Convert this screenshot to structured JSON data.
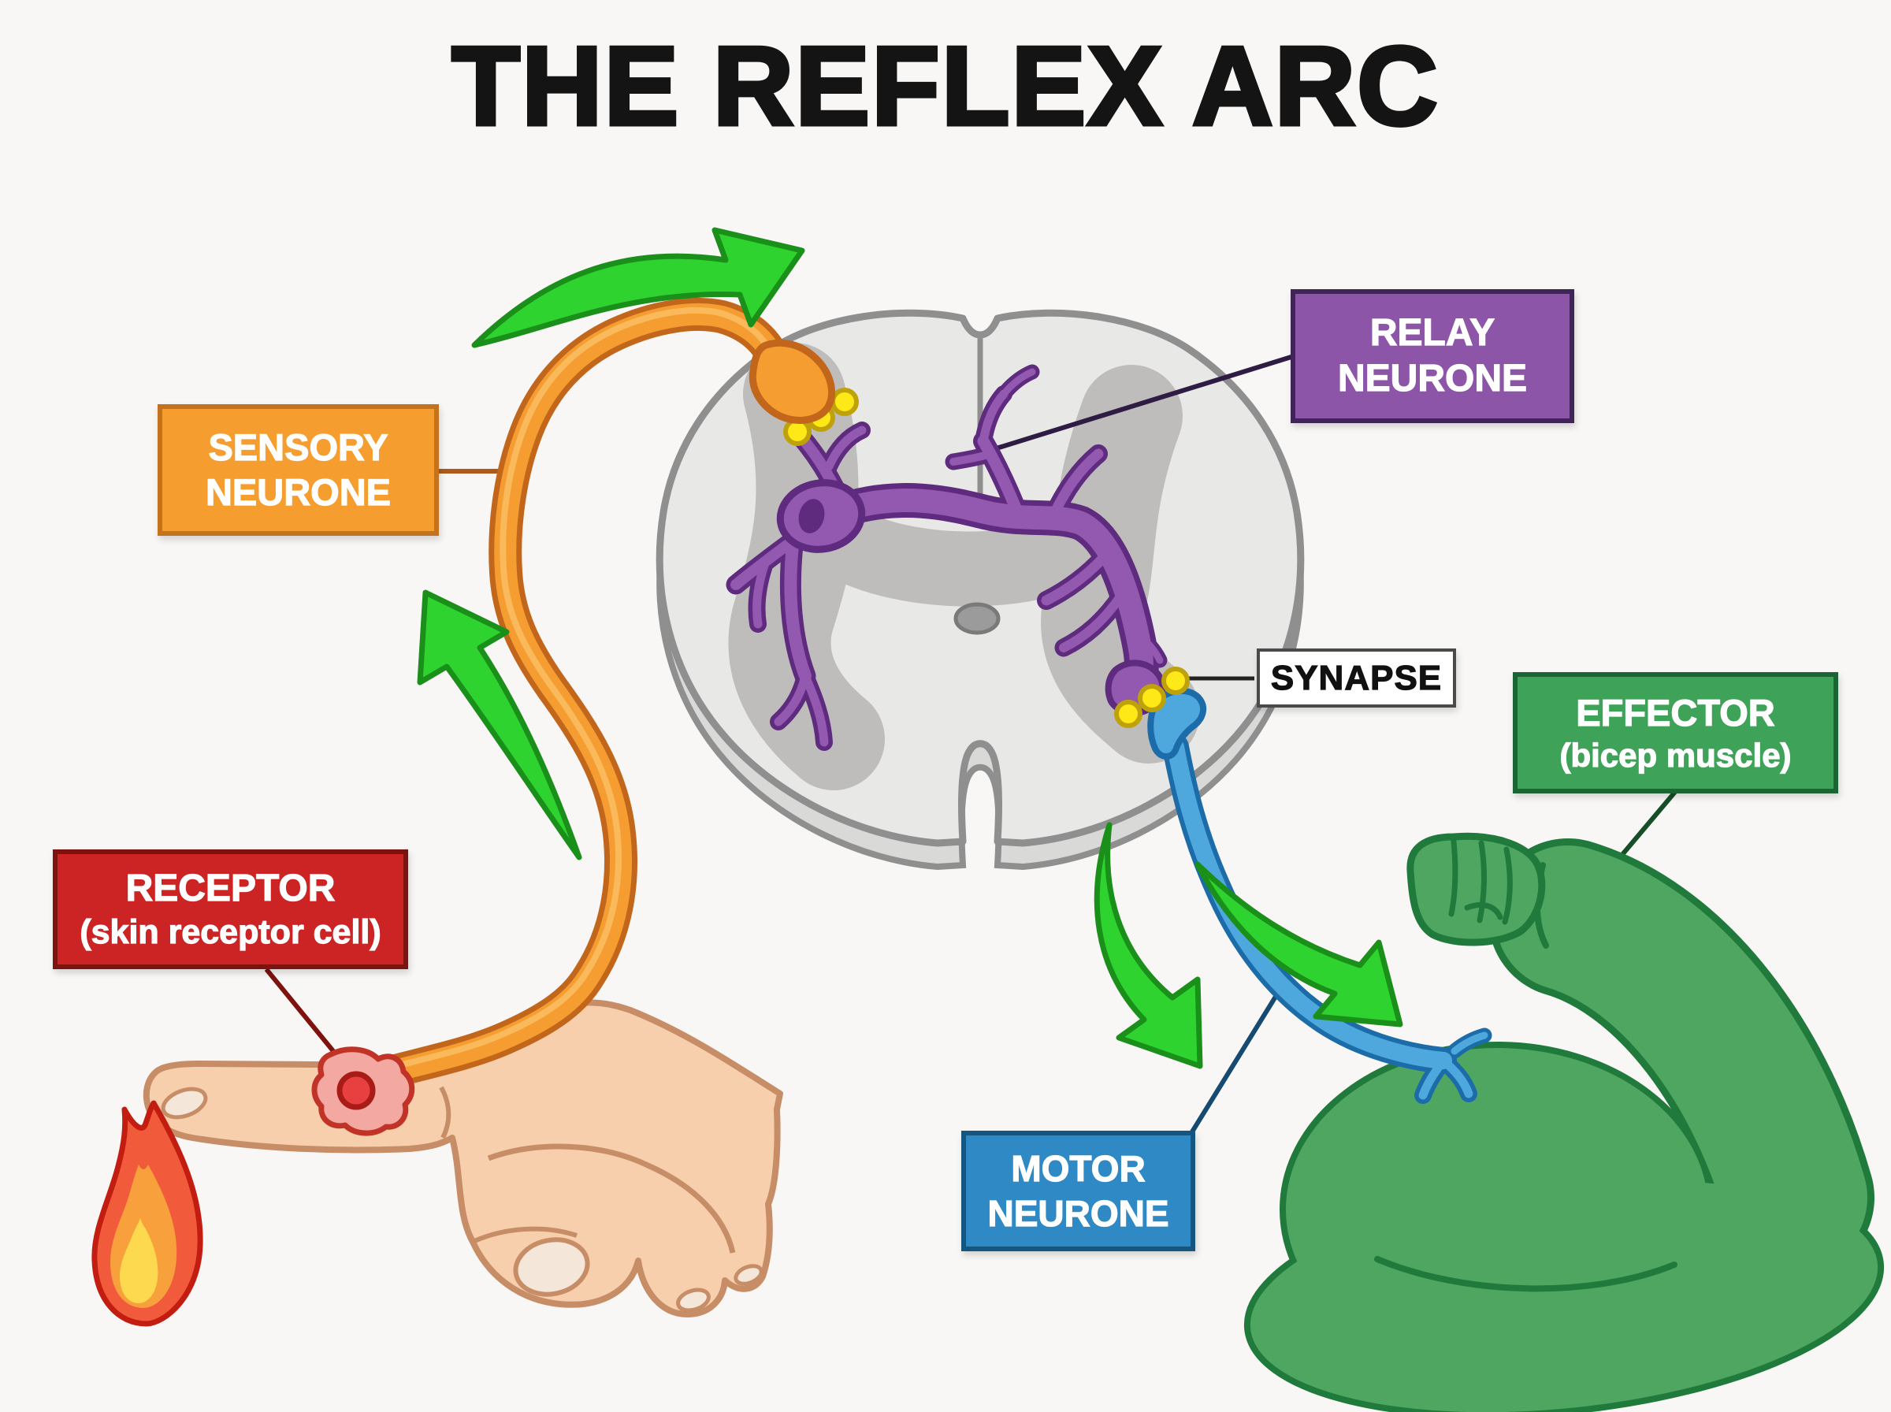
{
  "title": "THE REFLEX ARC",
  "background": "#F8F7F5",
  "labels": {
    "sensory": {
      "lines": [
        "SENSORY",
        "NEURONE"
      ],
      "bg": "#F59E2F",
      "border": "#C4731C",
      "text_color": "#FFFFFF"
    },
    "relay": {
      "lines": [
        "RELAY",
        "NEURONE"
      ],
      "bg": "#8C55A8",
      "border": "#3F2458",
      "text_color": "#FFFFFF"
    },
    "synapse": {
      "lines": [
        "SYNAPSE"
      ],
      "bg": "#FFFFFF",
      "border": "#4A4A4A",
      "text_color": "#111111"
    },
    "effector": {
      "lines": [
        "EFFECTOR",
        "(bicep muscle)"
      ],
      "bg": "#3EA258",
      "border": "#1C6434",
      "text_color": "#FFFFFF"
    },
    "receptor": {
      "lines": [
        "RECEPTOR",
        "(skin receptor cell)"
      ],
      "bg": "#CC2424",
      "border": "#7E120E",
      "text_color": "#FFFFFF"
    },
    "motor": {
      "lines": [
        "MOTOR",
        "NEURONE"
      ],
      "bg": "#2E89C5",
      "border": "#155680",
      "text_color": "#FFFFFF"
    }
  },
  "illustration": {
    "spinal_cord": {
      "fill": "#E8E8E7",
      "outline": "#8F8F8F",
      "gray_matter": "#BEBDBC",
      "canal": "#9B9B9B"
    },
    "sensory_neurone_color": "#F59D31",
    "sensory_neurone_outline": "#C2661B",
    "relay_neurone_color": "#9358B0",
    "relay_neurone_outline": "#5E2B7E",
    "motor_neurone_color": "#4FA8DD",
    "motor_neurone_outline": "#1B6CA8",
    "vesicle_color": "#FFE818",
    "arrow_color": "#2FD32F",
    "arrow_outline": "#1A8F1A",
    "flame_colors": [
      "#F15B3C",
      "#F8A13C",
      "#FCD94E"
    ],
    "skin_color": "#F7CFAC",
    "skin_outline": "#C68D67",
    "muscle_color": "#4FA661",
    "muscle_outline": "#1F7A3C",
    "receptor_spot": {
      "outer": "#F4A8A2",
      "inner": "#E84040"
    }
  }
}
